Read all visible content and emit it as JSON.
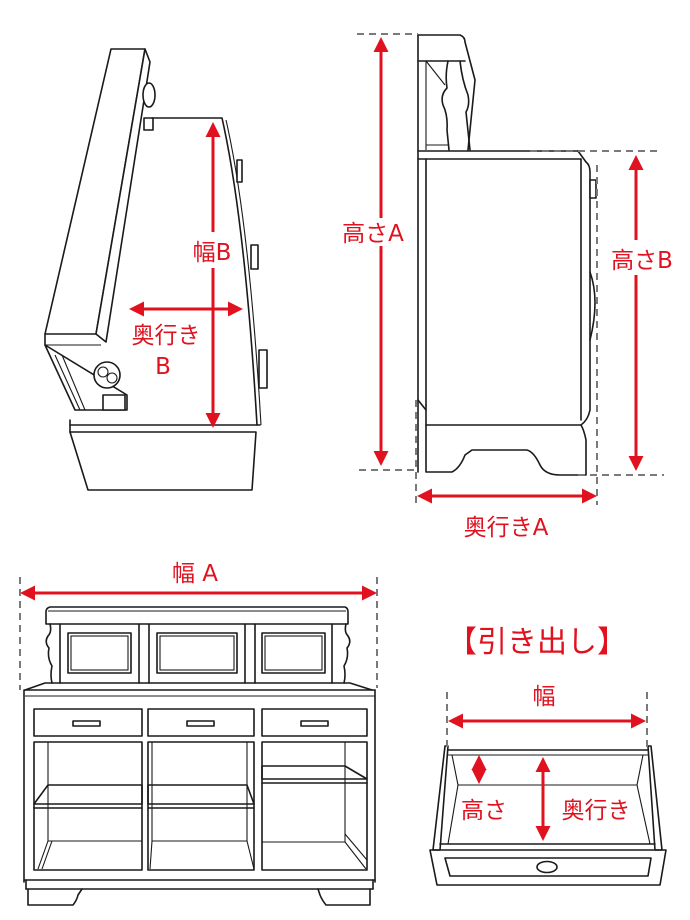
{
  "diagram": {
    "top_view": {
      "width_label": "幅B",
      "depth_label_line1": "奥行き",
      "depth_label_line2": "B"
    },
    "side_view": {
      "height_a_label": "高さA",
      "height_b_label": "高さB",
      "depth_label": "奥行きA"
    },
    "front_view": {
      "width_label": "幅 A"
    },
    "drawer_view": {
      "title": "【引き出し】",
      "width_label": "幅",
      "height_label": "高さ",
      "depth_label": "奥行き"
    },
    "colors": {
      "accent": "#e0121f",
      "line": "#1a1a1a",
      "guide": "#7a7a7a"
    }
  }
}
